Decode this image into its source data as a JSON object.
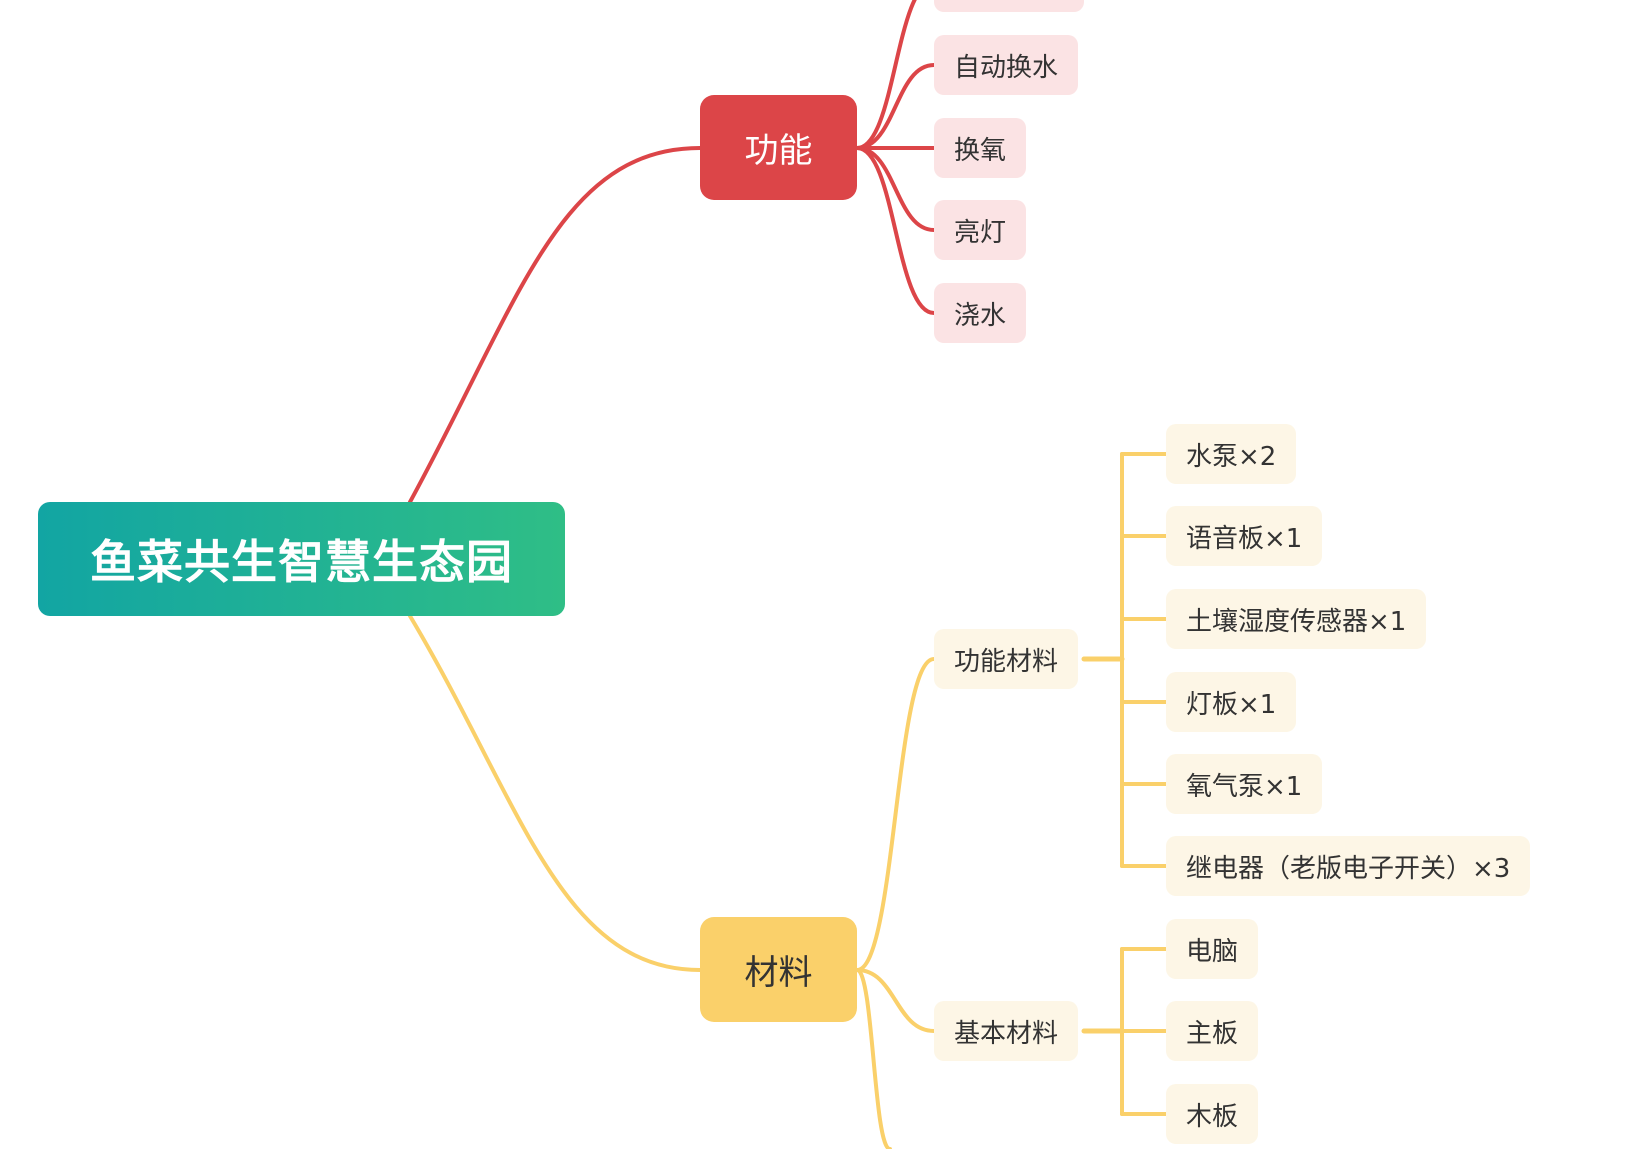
{
  "colors": {
    "root_gradient_start": "#12a5a3",
    "root_gradient_end": "#2fbe86",
    "function_branch": "#dc4548",
    "function_leaf_bg": "#fbe3e4",
    "material_branch": "#fad06a",
    "material_leaf_bg": "#fdf6e6",
    "leaf_text": "#333333"
  },
  "root": {
    "label": "鱼菜共生智慧生态园"
  },
  "function_branch": {
    "label": "功能",
    "items": [
      "自动换水",
      "换氧",
      "亮灯",
      "浇水"
    ]
  },
  "material_branch": {
    "label": "材料",
    "groups": [
      {
        "label": "功能材料",
        "items": [
          "水泵×2",
          "语音板×1",
          "土壤湿度传感器×1",
          "灯板×1",
          "氧气泵×1",
          "继电器（老版电子开关）×3"
        ]
      },
      {
        "label": "基本材料",
        "items": [
          "电脑",
          "主板",
          "木板"
        ]
      }
    ]
  }
}
